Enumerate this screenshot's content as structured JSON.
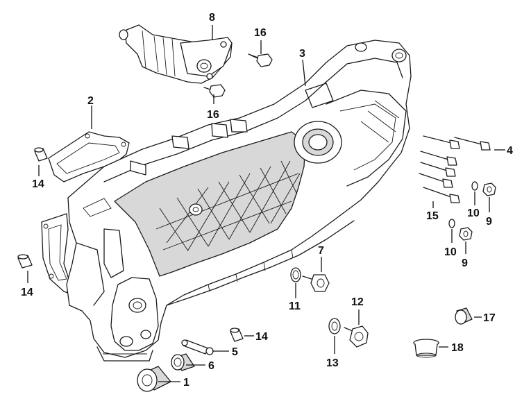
{
  "callouts": {
    "c1": "1",
    "c2": "2",
    "c3": "3",
    "c4": "4",
    "c5": "5",
    "c6": "6",
    "c7": "7",
    "c8": "8",
    "c9a": "9",
    "c9b": "9",
    "c10a": "10",
    "c10b": "10",
    "c11": "11",
    "c12": "12",
    "c13": "13",
    "c14a": "14",
    "c14b": "14",
    "c14c": "14",
    "c15": "15",
    "c16a": "16",
    "c16b": "16",
    "c17": "17",
    "c18": "18"
  }
}
